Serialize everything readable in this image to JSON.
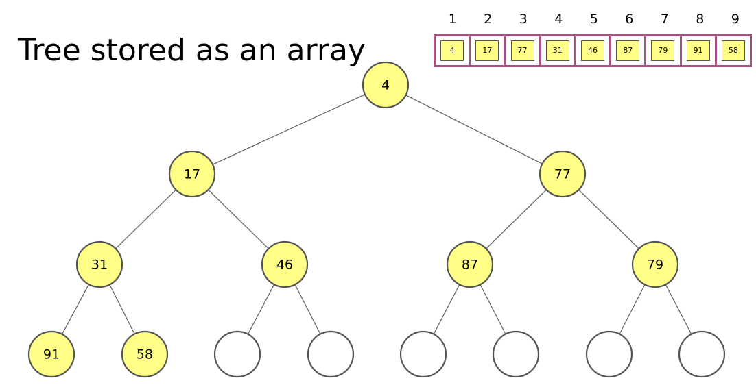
{
  "title": "Tree stored as an array",
  "array": {
    "indices": [
      "1",
      "2",
      "3",
      "4",
      "5",
      "6",
      "7",
      "8",
      "9"
    ],
    "values": [
      "4",
      "17",
      "77",
      "31",
      "46",
      "87",
      "79",
      "91",
      "58"
    ]
  },
  "tree": {
    "nodes": [
      {
        "id": "n1",
        "label": "4",
        "filled": true
      },
      {
        "id": "n2",
        "label": "17",
        "filled": true
      },
      {
        "id": "n3",
        "label": "77",
        "filled": true
      },
      {
        "id": "n4",
        "label": "31",
        "filled": true
      },
      {
        "id": "n5",
        "label": "46",
        "filled": true
      },
      {
        "id": "n6",
        "label": "87",
        "filled": true
      },
      {
        "id": "n7",
        "label": "79",
        "filled": true
      },
      {
        "id": "n8",
        "label": "91",
        "filled": true
      },
      {
        "id": "n9",
        "label": "58",
        "filled": true
      },
      {
        "id": "n10",
        "label": "",
        "filled": false
      },
      {
        "id": "n11",
        "label": "",
        "filled": false
      },
      {
        "id": "n12",
        "label": "",
        "filled": false
      },
      {
        "id": "n13",
        "label": "",
        "filled": false
      },
      {
        "id": "n14",
        "label": "",
        "filled": false
      },
      {
        "id": "n15",
        "label": "",
        "filled": false
      }
    ],
    "edges": [
      [
        "n1",
        "n2"
      ],
      [
        "n1",
        "n3"
      ],
      [
        "n2",
        "n4"
      ],
      [
        "n2",
        "n5"
      ],
      [
        "n3",
        "n6"
      ],
      [
        "n3",
        "n7"
      ],
      [
        "n4",
        "n8"
      ],
      [
        "n4",
        "n9"
      ],
      [
        "n5",
        "n10"
      ],
      [
        "n5",
        "n11"
      ],
      [
        "n6",
        "n12"
      ],
      [
        "n6",
        "n13"
      ],
      [
        "n7",
        "n14"
      ],
      [
        "n7",
        "n15"
      ]
    ]
  },
  "colors": {
    "node_fill": "#ffff88",
    "empty_fill": "#ffffff",
    "node_stroke": "#555555",
    "array_border": "#a3527f",
    "edge": "#666666"
  }
}
